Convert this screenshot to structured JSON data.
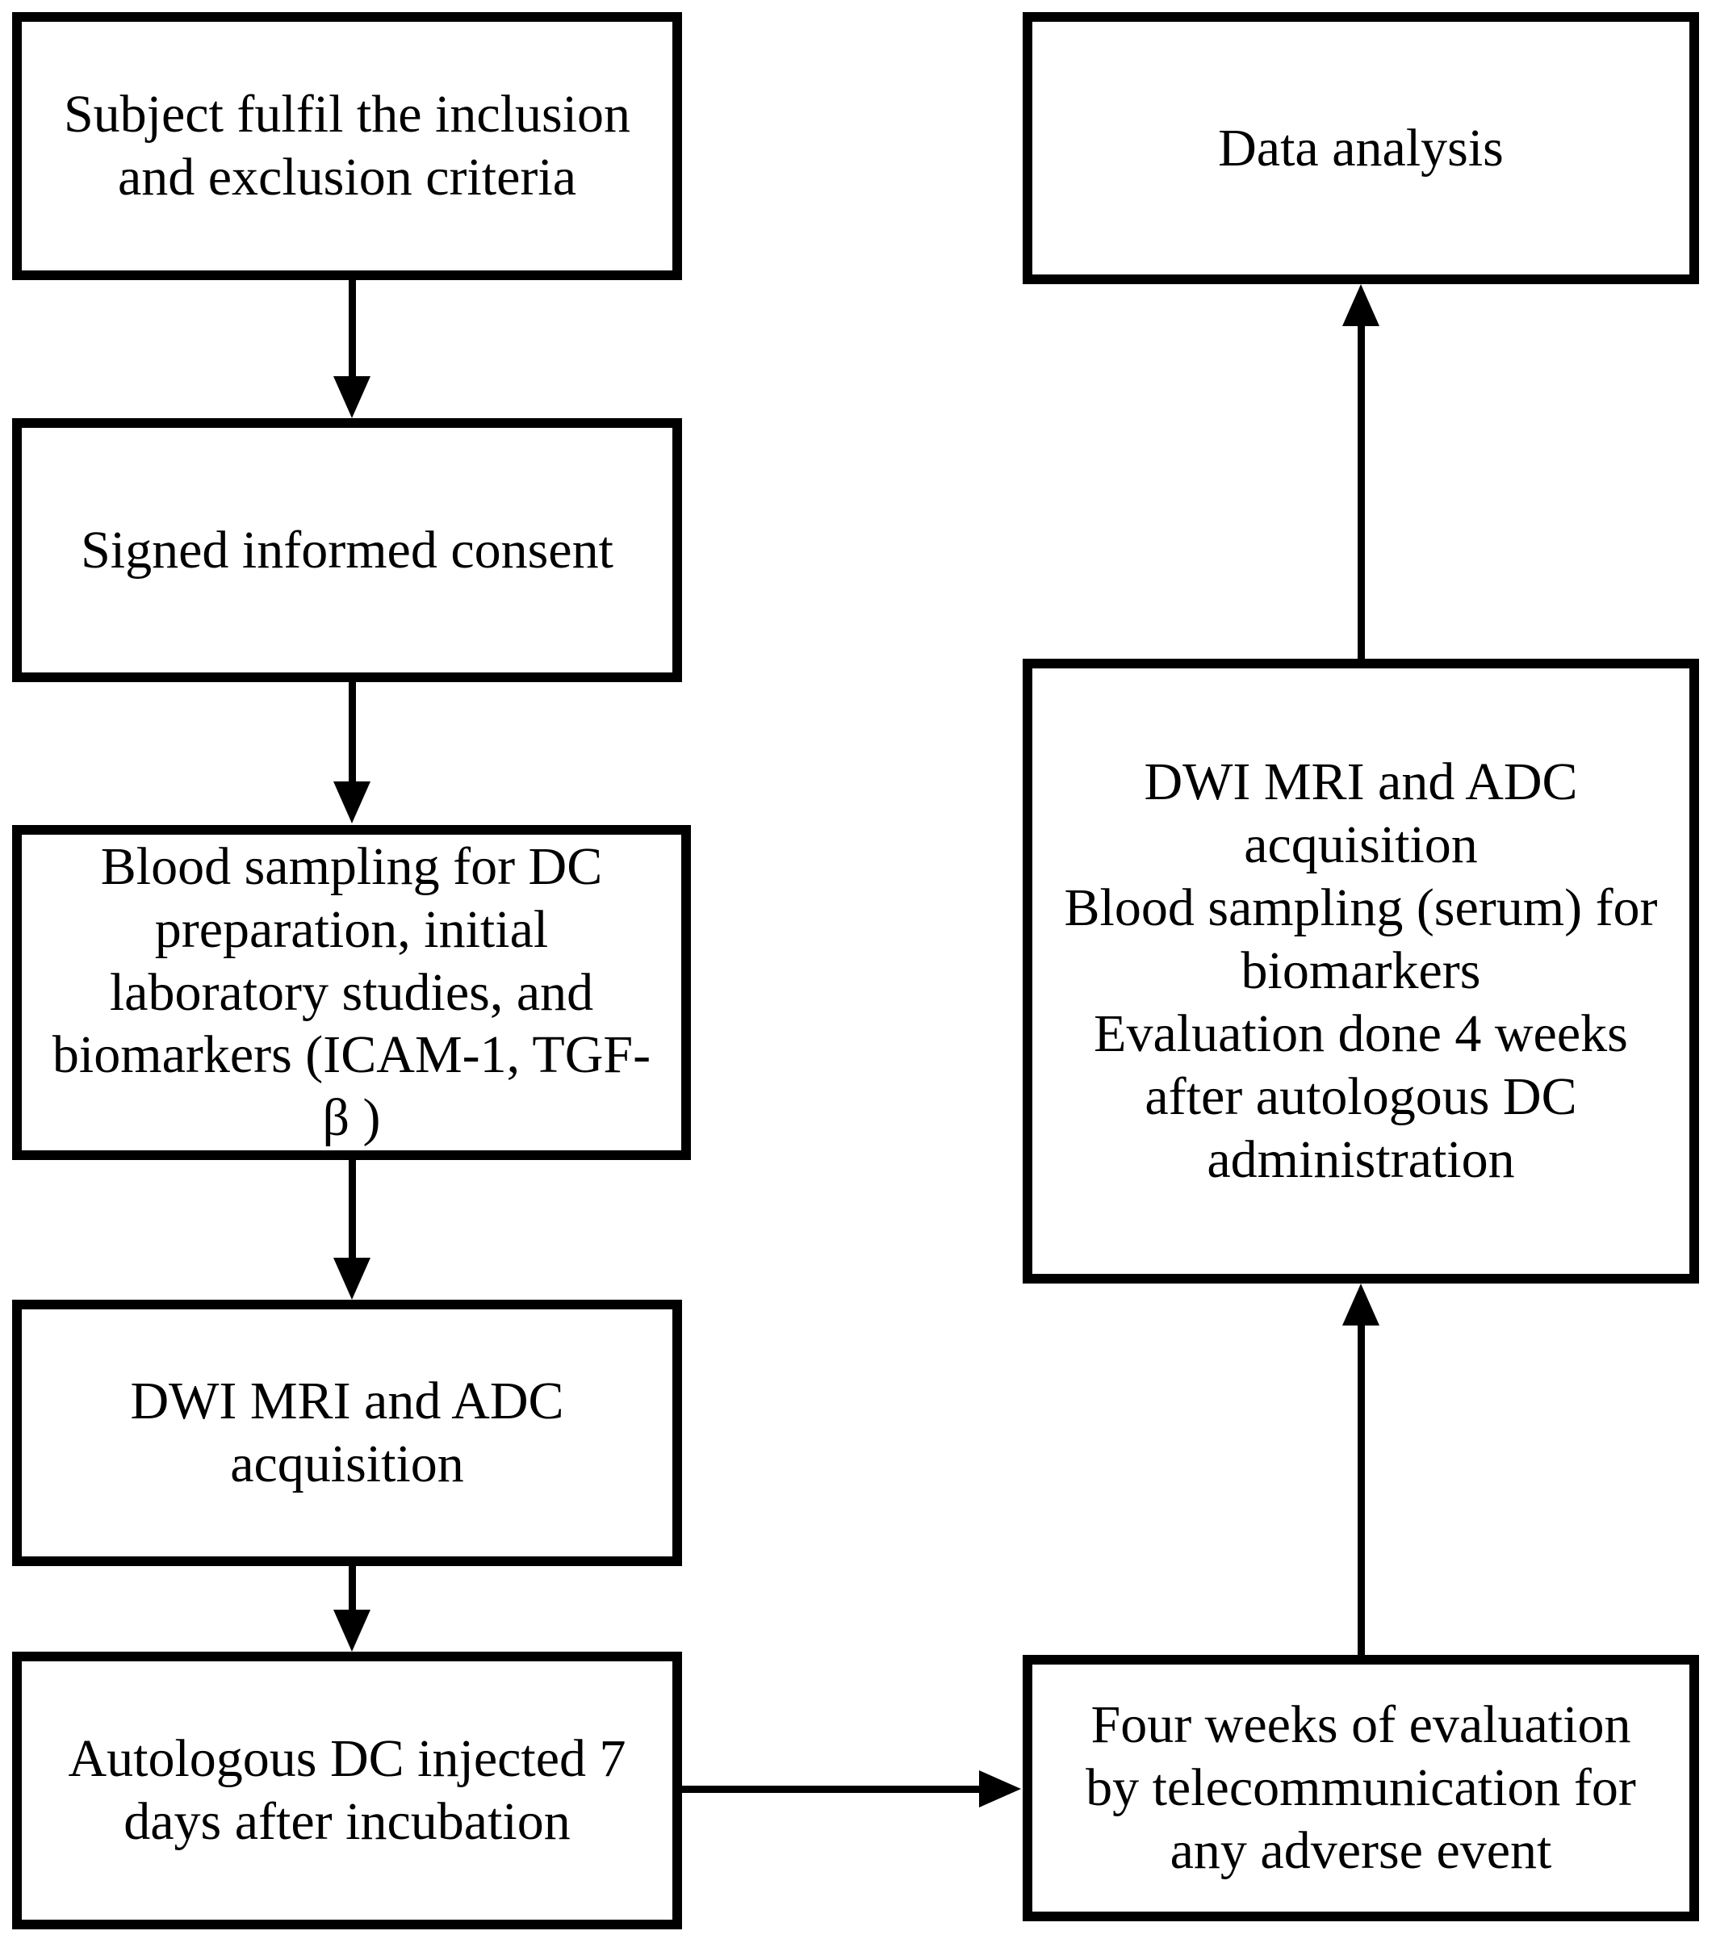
{
  "figure": {
    "type": "flowchart",
    "background_color": "#ffffff",
    "line_color": "#000000",
    "boxes": [
      {
        "id": "criteria",
        "label": "Subject fulfil the inclusion\nand exclusion criteria"
      },
      {
        "id": "consent",
        "label": "Signed informed consent"
      },
      {
        "id": "blood-sampling",
        "label": "Blood sampling for DC\npreparation, initial\nlaboratory studies, and\nbiomarkers (ICAM-1, TGF-\nβ )"
      },
      {
        "id": "dwi-mri",
        "label": "DWI MRI and ADC\nacquisition"
      },
      {
        "id": "dc-injection",
        "label": "Autologous DC injected 7\ndays after incubation"
      },
      {
        "id": "data-analysis",
        "label": "Data analysis"
      },
      {
        "id": "followup-mri",
        "label": "DWI MRI and ADC\nacquisition\nBlood sampling (serum) for\nbiomarkers\nEvaluation done 4 weeks\nafter autologous DC\nadministration"
      },
      {
        "id": "telecom-eval",
        "label": "Four weeks of evaluation\nby telecommunication for\nany adverse event"
      }
    ],
    "connections": [
      {
        "from": "criteria",
        "to": "consent",
        "direction": "down"
      },
      {
        "from": "consent",
        "to": "blood-sampling",
        "direction": "down"
      },
      {
        "from": "blood-sampling",
        "to": "dwi-mri",
        "direction": "down"
      },
      {
        "from": "dwi-mri",
        "to": "dc-injection",
        "direction": "down"
      },
      {
        "from": "dc-injection",
        "to": "telecom-eval",
        "direction": "right"
      },
      {
        "from": "telecom-eval",
        "to": "followup-mri",
        "direction": "up"
      },
      {
        "from": "followup-mri",
        "to": "data-analysis",
        "direction": "up"
      }
    ]
  }
}
